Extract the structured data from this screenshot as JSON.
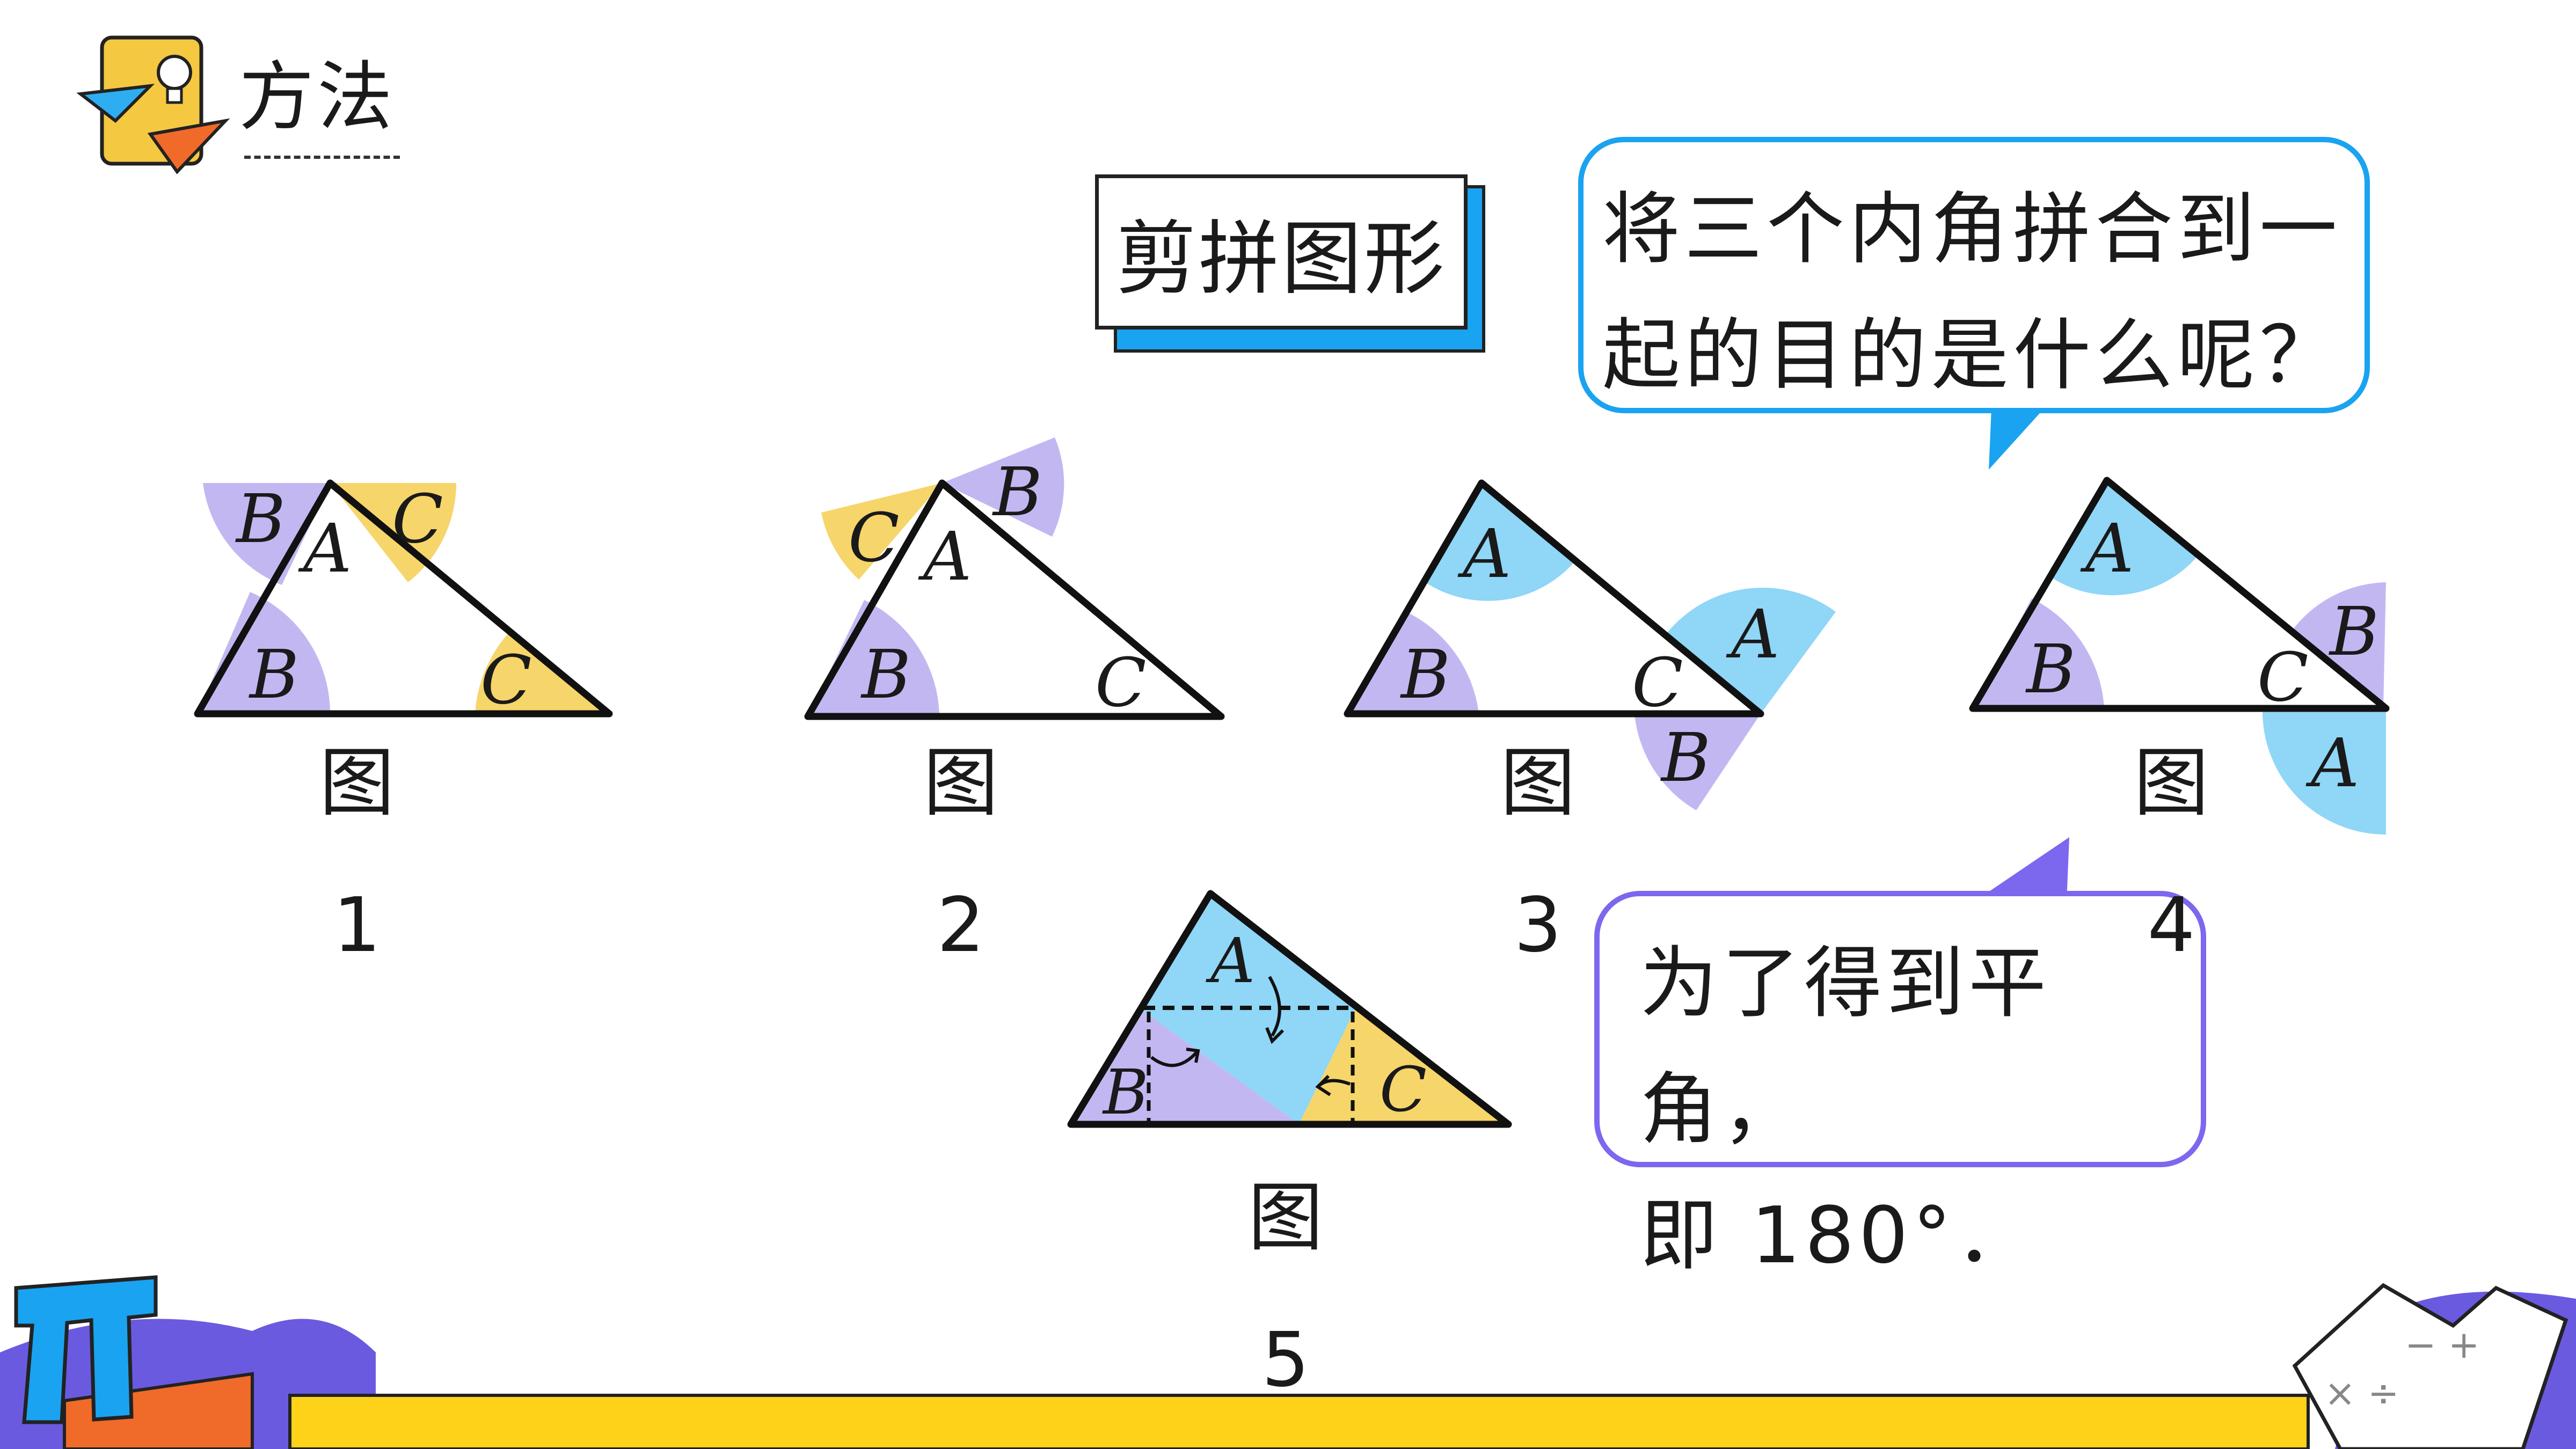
{
  "section": {
    "title": "方法"
  },
  "title_box": {
    "label": "剪拼图形"
  },
  "bubble_question": {
    "line1": "将三个内角拼合到一",
    "line2": "起的目的是什么呢？"
  },
  "bubble_answer": {
    "line1": "为了得到平角，",
    "line2": "即 180°．"
  },
  "figures": [
    {
      "word": "图",
      "number": "1"
    },
    {
      "word": "图",
      "number": "2"
    },
    {
      "word": "图",
      "number": "3"
    },
    {
      "word": "图",
      "number": "4"
    },
    {
      "word": "图",
      "number": "5"
    }
  ],
  "angle_labels": {
    "a": "A",
    "b": "B",
    "c": "C"
  },
  "colors": {
    "angle_a": "#8fd6f7",
    "angle_b": "#c3b7f2",
    "angle_c": "#f6d56a",
    "accent_blue": "#1aa3f0",
    "accent_purple": "#7b68ee",
    "bottom_bar": "#ffd21a"
  }
}
